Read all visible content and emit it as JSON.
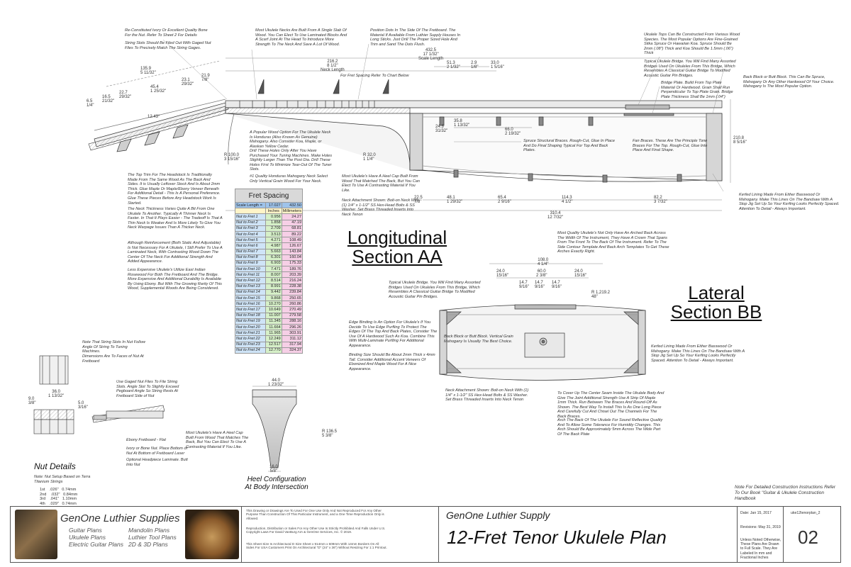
{
  "sections": {
    "longitudinal": [
      "Longitudinal",
      "Section AA"
    ],
    "lateral": [
      "Lateral",
      "Section BB"
    ],
    "nut_details": "Nut Details",
    "heel_config": [
      "Heel Configuration",
      "At Body Intersection"
    ]
  },
  "notes": {
    "bone": "Re-Constituted Ivory Or Excellent Quality Bone For the Nut. Refer To Sheet 2 For Details",
    "string_slots": "String Slots Should Be Filed Out With Gaged Nut Files To Precisely Match The String Gages.",
    "neck_built": "Most Ukulele Necks Are Built From A Single Slab Of Wood. You Can Elect To Use Laminated Blocks And A Scarf Joint At The Head To Introduce More Strength To The Neck And Save A Lot Of Wood.",
    "position_dots": "Position Dots In The Side Of The Fretboard. The Material If Available From Luthier Supply Houses In Long Sticks. Just Drill The Proper Sized Hole And Trim and Sand The Dots Flush.",
    "fret_spacing_ref": "For Fret Spacing Refer To Chart Below",
    "tops": "Ukulele Tops Can Be Constructed From Various Wood Species. The Most Popular Options Are Fine-Grained Sitka Spruce Or Hawaiian Koa. Spruce Should Be 2mm (.08\") Thick and Koa Should Be 1.5mm (.06\") Thick",
    "bridge": "Typical Ukulele Bridge. You Will Find Many Assorted Bridges Used On Ukuleles From This Bridge, Which Resembles A Classical Guitar Bridge To Modified Acoustic Guitar Pin Bridges.",
    "bridge_plate": "Bridge Plate. Build From Top Plate Material Or Hardwood. Grain Shall Run Perpendicular To Top Plate Grain. Bridge Plate Thickness Shall Be 1mm (.04\")",
    "back_block": "Back Block or Butt Block. This Can Be Spruce, Mahogany Or Any Other Hardwood Of Your Choice. Mahogany Is The Most Popular Option.",
    "neck_wood": "A Popular Wood Option For The Ukulele Neck Is Honduras (Also Known As Genuine) Mahogany. Also Consider Koa, Maple, or Alaskan Yellow Cedar.",
    "drill": "Drill These Holes Only After You Have Purchased Your Tuning Machines. Make Holes Slightly Larger Than The Post Dia. Drill These Holes First To Minimize Tear-Out Of The Tuner Slots.",
    "honduras": "#1 Quality Honduras Mahogany Neck Select Only Vertical Grain Wood For Your Neck.",
    "spruce_braces": "Spruce Structural Braces. Rough-Cut, Glue In Place And Do Final Shaping Typical For Top And Back Plates.",
    "fan_braces": "Fan Braces. These Are The Principle Tone Braces For The Top. Rough-Cut, Glue Into Place And Final Shape.",
    "heel_cap": "Most Ukulele's Have A Heel Cap Built From Wood That Matched The Back, But You Can Elect To Use A Contrasting Material If You Like.",
    "neck_attach": "Neck Attachment Shown: Bolt-on Neck With (1) 1/4\" x 1-1/2\" SS Hex-Head Bolts & SS Washer. Set Brass Threaded Inserts Into Neck Tenon",
    "kerfed": "Kerfed Lining Made From Either Basswood Or Mahogany. Make This Lines On The Bandsaw With A Stop Jig Set Up So Your Kerfing Looks Perfectly Spaced. Attention To Detail - Always Important.",
    "headstock_trim": "The Top Trim For The Headstock Is Traditionally Made From The Same Wood As The Back And Sides. It is Usually Leftover Stock And Is About 2mm Thick. Glue Maple Or Maple/Ebony Veneer Beneath For Additional Detail - This Is A Personal Preference. Glue These Pieces Before Any Headstock Work Is Started.",
    "neck_thickness": "The Neck Thickness Varies Quite A Bit From One Ukulele To Another. Typically A Thinner Neck Is Faster. In That It Plays Easier - The Tradeoff Is That A Thin Neck Is Weaker And Is More Likely To Give You Neck Warpage Issues Than A Thicker Neck.",
    "reinforcement": "Although Reinforcement (Both Static And Adjustable) Is Not Necessary For A Ukulele, I Still Prefer To Use A Laminated Neck, With Contrasting Wood Down The Center Of The Neck For Additional Strength And Added Appearance.",
    "rosewood": "Less Expensive Ukulele's Utilize East Indian Rosewood For Both The Fretboard And The Bridge. More Expensive And Additional Durability Is Available By Using Ebony. But With The Growing Rarity Of This Wood, Supplemental Woods Are Being Considered.",
    "arched_back": "Most Quality Ukulele's Not Only Have An Arched Back Across The Width Of The Instrument, They Have A Crown That Spans From The Front To The Back Of The Instrument. Refer To The Side Contour Template And Back Arch Templates To Get These Arches Exactly Right.",
    "bridge_b": "Typical Ukulele Bridge. You Will Find Many Assorted Bridges Used On Ukuleles From This Bridge, Which Resembles A Classical Guitar Bridge To Modified Acoustic Guitar Pin Bridges.",
    "edge_binding": "Edge Binding Is An Option For Ukulele's If You Decide To Use Edge Purfling To Protect The Edges Of The Top And Back Plates, Consider The Use Of A Hardwood Such As Koa. Combine This With Multi-Laminate Purfling For Additional Appearance.",
    "binding_size": "Binding Size Should Be About 2mm Thick x 4mm Tall. Consider Additional Accent Veneers Of Ebonized And Maple Wood For A Nice Appearance.",
    "back_block_b": "Back Block or Butt Block. Vertical Grain Mahogany Is Usually The Best Choice.",
    "kerfed_b": "Kerfed Lining Made From Either Basswood Or Mahogany. Make This Lines On The Bandsaw With A Stop Jig Set Up So Your Kerfing Looks Perfectly Spaced. Attention To Detail - Always Important.",
    "neck_attach_b": "Neck Attachment Shown: Bolt-on Neck With (1) 1/4\" x 1-1/2\" SS Hex-Head Bolts & SS Washer. Set Brass Threaded Inserts Into Neck Tenon",
    "center_seam": "To Cover Up The Center Seam Inside The Ukulele Body And Give The Joint Additional Strength Use A Strip Of Maple 1mm Thick. Run Between The Braces And Round-Off As Shown. The Best Way To Install This Is As One Long Piece And Carefully Cut And Chisel Out The Channels For The Back Braces.",
    "arch_back": "Arch The Back Of The Ukulele For Sound Reflective Quality And To Allow Some Tolerance For Humidity Changes. This Arch Should Be Approximately 5mm Across The Wide Part Of The Back Plate",
    "heel_cap_b": "Most Ukulele's Have A Heel Cap Built From Wood That Matches The Back, But You Can Elect To Use A Contrasting Material If You Like.",
    "string_slots_b": "Note That String Slots In Nut Follow Angle Of String To Tuning Machines.",
    "dims_faces": "Dimensions Are To Faces of Nut At Fretboard",
    "gaged_nut": "Use Gaged Nut Files To File String Slots. Angle Slot To Slightly Exceed Pegboard Angle So String Rests At Fretboard Side of Nut",
    "ebony_fb": "Ebony Fretboard - Flat",
    "ivory_nut": "Ivory or Bone Nut. Place Bottom of Nut At Bottom of Fretboard Laser",
    "headpiece": "Optional Headpiece Laminate. Butt Into Nut",
    "titanium": "Note: Nut Setup Based on Terra Titanium Strings",
    "detailed": "Note For Detailed Construction Instructions Refer To Our Book \"Guitar & Ukulele Construction Handbook"
  },
  "gauges": [
    {
      "s": "1st",
      "in": ".026\"",
      "mm": "0.74mm"
    },
    {
      "s": "2nd",
      "in": ".032\"",
      "mm": "0.84mm"
    },
    {
      "s": "3rd",
      "in": ".041\"",
      "mm": "1.10mm"
    },
    {
      "s": "4th",
      "in": ".029\"",
      "mm": "0.74mm"
    }
  ],
  "dims": {
    "d135": "135.9",
    "d135i": "5 11/32\"",
    "d45": "45.4",
    "d45i": "1 25/32\"",
    "d23": "23.1",
    "d23i": "29/32\"",
    "d21": "21.9",
    "d21i": "7/8\"",
    "d22": "22.7",
    "d22i": "29/32\"",
    "d16": "16.5",
    "d16i": "21/32\"",
    "d6": "6.5",
    "d6i": "1/4\"",
    "ang": "12.43°",
    "d216": "216.2",
    "d216i": "8 1/2\"",
    "d216l": "Neck Length",
    "d432": "432.5",
    "d432i": "17 1/32\"",
    "d432l": "Scale Length",
    "d51": "51.3",
    "d51i": "2 1/32\"",
    "d2": "2.9",
    "d2i": "1/8\"",
    "d33": "33.0",
    "d33i": "1 5/16\"",
    "d66": "66.0",
    "d66i": "2 19/32\"",
    "d24": "24.3",
    "d24i": "31/32\"",
    "d35": "35.8",
    "d35i": "1 13/32\"",
    "d210": "210.8",
    "d210i": "8 5/16\"",
    "r32": "R 32.0",
    "r32i": "1 1/4\"",
    "r100": "R 100.0",
    "r100i": "3 15/16\"",
    "d22b": "22.5",
    "d22bi": "7/8\"",
    "d48": "48.1",
    "d48i": "1 29/32\"",
    "d65": "65.4",
    "d65i": "2 9/16\"",
    "d114": "114.3",
    "d114i": "4 1/2\"",
    "d82": "82.2",
    "d82i": "3 7/32\"",
    "d310": "310.4",
    "d310i": "12 7/32\"",
    "d108": "108.0",
    "d108i": "4 1/4\"",
    "d60": "60.0",
    "d60i": "2 3/8\"",
    "d24l": "24.0",
    "d24li": "15/16\"",
    "d24r": "24.0",
    "d24ri": "15/16\"",
    "d14a": "14.7",
    "d14ai": "9/16\"",
    "d14b": "14.7",
    "d14bi": "9/16\"",
    "d14c": "14.7",
    "d14ci": "9/16\"",
    "r1219": "R 1,219.2",
    "r1219i": "48\"",
    "d44": "44.0",
    "d44i": "1 23/32\"",
    "d16b": "16.0",
    "d16bi": "5/8\"",
    "r136": "R 136.5",
    "r136i": "5 3/8\"",
    "d36": "36.0",
    "d36i": "1 13/32\"",
    "d9": "9.0",
    "d9i": "3/8\"",
    "d5": "5.0",
    "d5i": "3/16\""
  },
  "fret_table": {
    "title": "Fret Spacing",
    "scale_label": "Scale Length =",
    "scale_in": "17.027",
    "scale_mm": "432.50",
    "col_in": "Inches",
    "col_mm": "Millimeters",
    "rows": [
      {
        "n": "Nut to Fret 1",
        "in": "0.956",
        "mm": "24.27"
      },
      {
        "n": "Nut to Fret 2",
        "in": "1.858",
        "mm": "47.19"
      },
      {
        "n": "Nut to Fret 3",
        "in": "2.709",
        "mm": "68.81"
      },
      {
        "n": "Nut to Fret 4",
        "in": "3.513",
        "mm": "89.22"
      },
      {
        "n": "Nut to Fret 5",
        "in": "4.271",
        "mm": "108.49"
      },
      {
        "n": "Nut to Fret 6",
        "in": "4.987",
        "mm": "126.67"
      },
      {
        "n": "Nut to Fret 7",
        "in": "5.663",
        "mm": "143.84"
      },
      {
        "n": "Nut to Fret 8",
        "in": "6.301",
        "mm": "160.04"
      },
      {
        "n": "Nut to Fret 9",
        "in": "6.903",
        "mm": "175.33"
      },
      {
        "n": "Nut to Fret 10",
        "in": "7.471",
        "mm": "189.76"
      },
      {
        "n": "Nut to Fret 11",
        "in": "8.007",
        "mm": "203.39"
      },
      {
        "n": "Nut to Fret 12",
        "in": "8.514",
        "mm": "216.24"
      },
      {
        "n": "Nut to Fret 13",
        "in": "8.991",
        "mm": "228.38"
      },
      {
        "n": "Nut to Fret 14",
        "in": "9.442",
        "mm": "239.84"
      },
      {
        "n": "Nut to Fret 15",
        "in": "9.868",
        "mm": "250.65"
      },
      {
        "n": "Nut to Fret 16",
        "in": "10.270",
        "mm": "260.86"
      },
      {
        "n": "Nut to Fret 17",
        "in": "10.649",
        "mm": "270.49"
      },
      {
        "n": "Nut to Fret 18",
        "in": "11.007",
        "mm": "279.58"
      },
      {
        "n": "Nut to Fret 19",
        "in": "11.345",
        "mm": "288.16"
      },
      {
        "n": "Nut to Fret 20",
        "in": "11.664",
        "mm": "296.26"
      },
      {
        "n": "Nut to Fret 21",
        "in": "11.965",
        "mm": "303.91"
      },
      {
        "n": "Nut to Fret 22",
        "in": "12.249",
        "mm": "311.12"
      },
      {
        "n": "Nut to Fret 23",
        "in": "12.517",
        "mm": "317.94"
      },
      {
        "n": "Nut to Fret 24",
        "in": "12.770",
        "mm": "324.37"
      }
    ]
  },
  "title_block": {
    "brand": "GenOne Luthier Supplies",
    "products_left": [
      "Guitar Plans",
      "Ukulele Plans",
      "Electric Guitar Plans"
    ],
    "products_right": [
      "Mandolin Plans",
      "Luthier Tool Plans",
      "2D & 3D Plans"
    ],
    "legal1": "This Drawing or Drawings Are To Used For One Use Only And Not Reproduced For Any Other Purpose Than Construction Of This Particular Instrument, and a One Time Reproduction Only is Allowed.",
    "legal2": "Reproduction, Distribution or Sales For Any Other Use Is Strictly Prohibited And Falls Under U.S. Copyright Laws For David VanBurg AIA & GenOne Services, Inc. © 2019.",
    "legal3": "This Sheet Size Is Architectural D Size Sheet x 914mm x 609mm With 14mm Borders On All Sides For USA Customers Print On Architectural \"D\" (24\" x 36\") Without Resizing For 1:1 Printout.",
    "company": "GenOne Luthier Supply",
    "plan_title": "12-Fret Tenor Ukulele Plan",
    "date": "Date: Jan 15, 2017",
    "revisions": "Revisions: May 31, 2019",
    "units_note": "Unless Noted Otherwise, These Plans Are Drawn to Full Scale. They Are Labeled In mm and Fractional Inches",
    "filename": "uke12tenorplan_2",
    "sheet": "02"
  }
}
